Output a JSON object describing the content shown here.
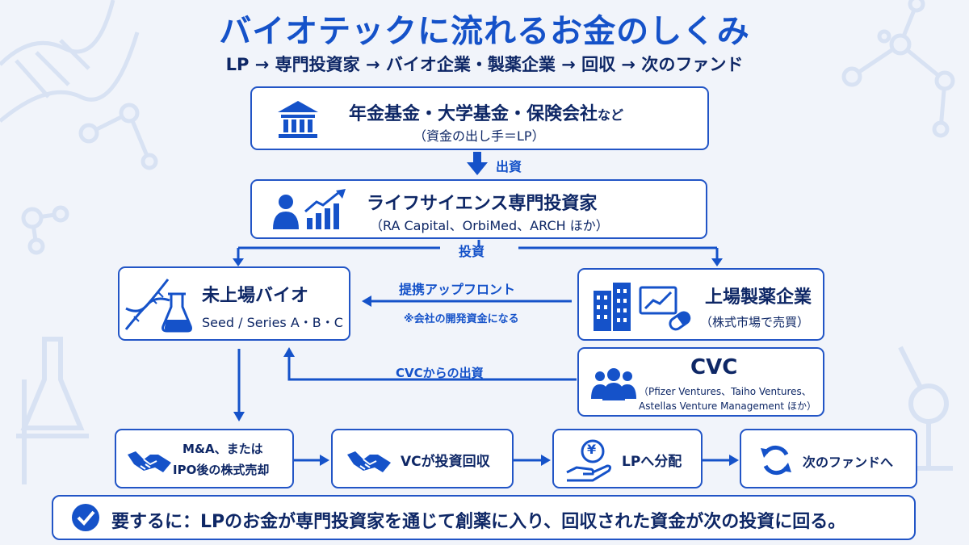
{
  "title": "バイオテックに流れるお金のしくみ",
  "subtitle": "LP → 専門投資家 → バイオ企業・製薬企業 → 回収 → 次のファンド",
  "nodes": {
    "lp": {
      "name": "年金基金・大学基金・保険会社",
      "name_suffix": "など",
      "sub": "（資金の出し手＝LP）",
      "icon": "bank-icon"
    },
    "investor": {
      "name": "ライフサイエンス専門投資家",
      "sub": "（RA Capital、OrbiMed、ARCH ほか）",
      "icon": "investor-growth-icon"
    },
    "private_bio": {
      "name": "未上場バイオ",
      "sub": "Seed / Series A・B・C",
      "icon": "dna-flask-icon"
    },
    "pharma": {
      "name": "上場製薬企業",
      "sub": "（株式市場で売買）",
      "icon": "building-chart-icon"
    },
    "cvc": {
      "name": "CVC",
      "sub_line1": "（Pfizer Ventures、Taiho Ventures、",
      "sub_line2": "Astellas Venture Management ほか）",
      "icon": "people-group-icon"
    }
  },
  "edges": {
    "contribution": "出資",
    "investment": "投資",
    "partnership": "提携アップフロント",
    "partnership_note": "※会社の開発資金になる",
    "cvc_investment": "CVCからの出資"
  },
  "steps": [
    {
      "line1": "M&A、または",
      "line2": "IPO後の株式売却",
      "icon": "handshake-icon"
    },
    {
      "line1": "VCが投資回収",
      "icon": "handshake-icon"
    },
    {
      "line1": "LPへ分配",
      "icon": "yen-hand-icon",
      "glyph": "¥"
    },
    {
      "line1": "次のファンドへ",
      "icon": "cycle-arrows-icon"
    }
  ],
  "summary": "要するに：LPのお金が専門投資家を通じて創薬に入り、回収された資金が次の投資に回る。",
  "colors": {
    "accent": "#1552c9",
    "text": "#0e2766",
    "background": "#f1f4fa",
    "border": "#2255c6"
  }
}
